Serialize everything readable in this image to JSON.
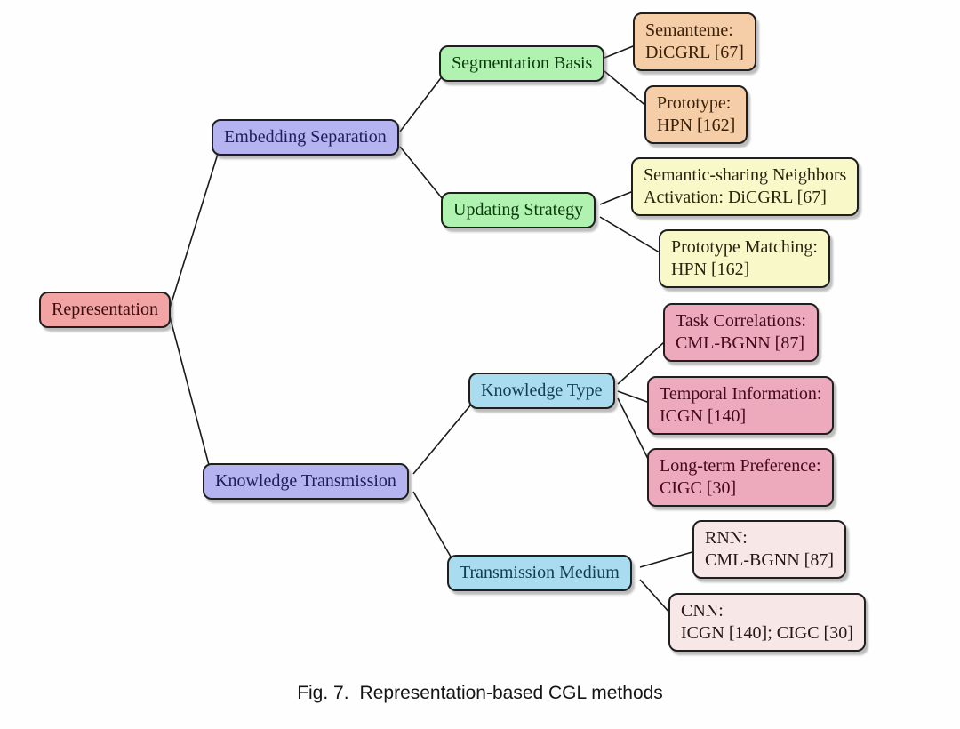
{
  "diagram": {
    "nodes": {
      "representation": {
        "label": "Representation"
      },
      "embedding_separation": {
        "label": "Embedding Separation"
      },
      "knowledge_transmission": {
        "label": "Knowledge Transmission"
      },
      "segmentation_basis": {
        "label": "Segmentation Basis"
      },
      "updating_strategy": {
        "label": "Updating Strategy"
      },
      "knowledge_type": {
        "label": "Knowledge Type"
      },
      "transmission_medium": {
        "label": "Transmission Medium"
      },
      "semanteme": {
        "line1": "Semanteme:",
        "line2": "DiCGRL [67]"
      },
      "prototype": {
        "line1": "Prototype:",
        "line2": "HPN [162]"
      },
      "semantic_sharing": {
        "line1": "Semantic-sharing Neighbors",
        "line2": "Activation: DiCGRL [67]"
      },
      "prototype_matching": {
        "line1": "Prototype Matching:",
        "line2": "HPN [162]"
      },
      "task_correlations": {
        "line1": "Task Correlations:",
        "line2": "CML-BGNN [87]"
      },
      "temporal_information": {
        "line1": "Temporal Information:",
        "line2": "ICGN [140]"
      },
      "long_term_preference": {
        "line1": "Long-term Preference:",
        "line2": "CIGC [30]"
      },
      "rnn": {
        "line1": "RNN:",
        "line2": "CML-BGNN [87]"
      },
      "cnn": {
        "line1": "CNN:",
        "line2": "ICGN [140]; CIGC [30]"
      }
    },
    "colors": {
      "root_fill": "#f2a3a3",
      "branch_fill": "#b5b4f0",
      "green_fill": "#b0f2b0",
      "blue_fill": "#a9dcee",
      "peach_fill": "#f5cda6",
      "yellow_fill": "#f9f8c9",
      "rose_fill": "#ecaabc",
      "pink_fill": "#f8e7e7",
      "edge_stroke": "#1a1a1a"
    },
    "caption": {
      "prefix": "Fig. 7.",
      "text": "Representation-based CGL methods"
    }
  }
}
